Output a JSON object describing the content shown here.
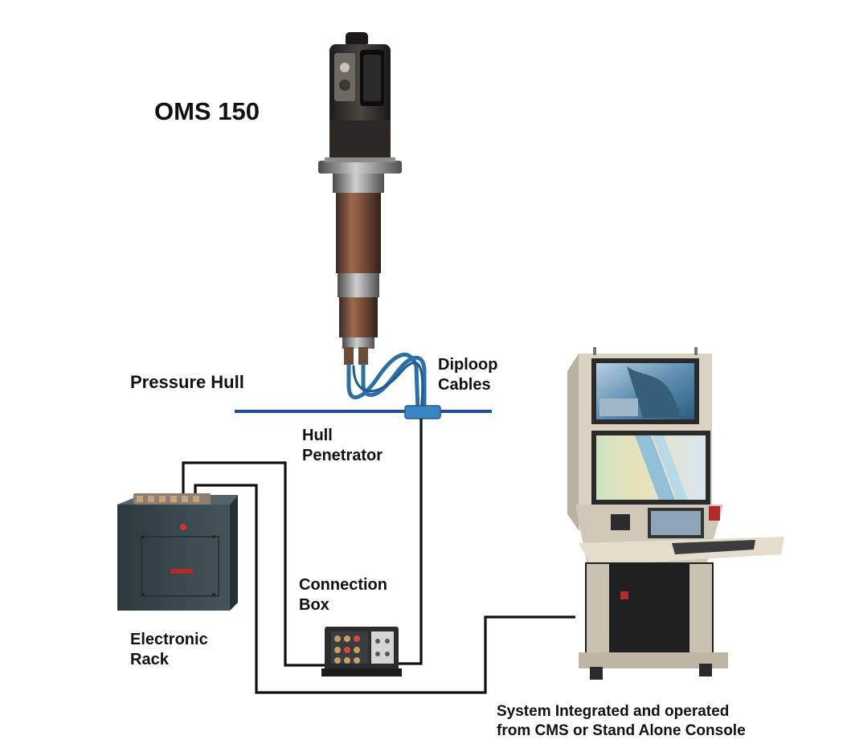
{
  "diagram": {
    "title": "OMS 150",
    "labels": {
      "pressure_hull": "Pressure Hull",
      "diploop_cables": [
        "Diploop",
        "Cables"
      ],
      "hull_penetrator": [
        "Hull",
        "Penetrator"
      ],
      "connection_box": [
        "Connection",
        "Box"
      ],
      "electronic_rack": [
        "Electronic",
        "Rack"
      ],
      "system": [
        "System Integrated and operated",
        "from CMS or Stand Alone Console"
      ]
    },
    "colors": {
      "hull_line": "#1f4f9c",
      "diploop_cable": "#2b6fa8",
      "penetrator": "#3a86c0",
      "wiring": "#111111",
      "rack": "#3b4a4f",
      "console": "#d9d2c3",
      "mast": "#2f2b29"
    }
  }
}
